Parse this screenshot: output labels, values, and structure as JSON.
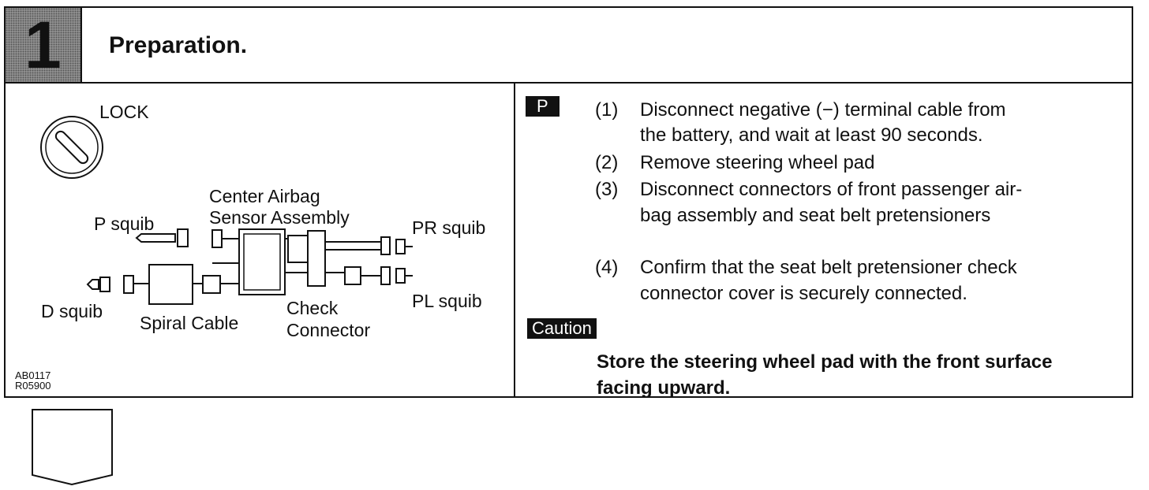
{
  "header": {
    "step_number": "1",
    "title": "Preparation."
  },
  "diagram": {
    "labels": {
      "lock": "LOCK",
      "center_airbag_l1": "Center Airbag",
      "center_airbag_l2": "Sensor Assembly",
      "p_squib": "P squib",
      "pr_squib": "PR squib",
      "pl_squib": "PL squib",
      "d_squib": "D squib",
      "spiral_cable": "Spiral Cable",
      "check_l1": "Check",
      "check_l2": "Connector"
    },
    "codes": [
      "AB0117",
      "R05900"
    ]
  },
  "instructions": {
    "badge": "P",
    "steps": [
      {
        "num": "(1)",
        "lines": [
          "Disconnect negative (−) terminal cable from",
          "the battery, and wait at least 90 seconds."
        ]
      },
      {
        "num": "(2)",
        "lines": [
          "Remove steering wheel pad"
        ]
      },
      {
        "num": "(3)",
        "lines": [
          "Disconnect connectors of front passenger air-",
          "bag assembly and seat belt pretensioners"
        ]
      },
      {
        "num": "(4)",
        "lines": [
          "Confirm that the seat belt pretensioner check",
          "connector cover is securely connected."
        ]
      }
    ],
    "caution_label": "Caution",
    "caution_lines": [
      "Store the steering wheel pad with the front surface",
      "facing upward."
    ]
  }
}
